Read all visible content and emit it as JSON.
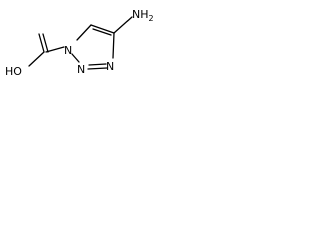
{
  "molecule": {
    "atom_labels": {
      "amino": "NH",
      "amino_subscript": "2",
      "hydroxyl": "HO",
      "ring_n1": "N",
      "ring_n2": "N",
      "ring_n3": "N"
    }
  }
}
